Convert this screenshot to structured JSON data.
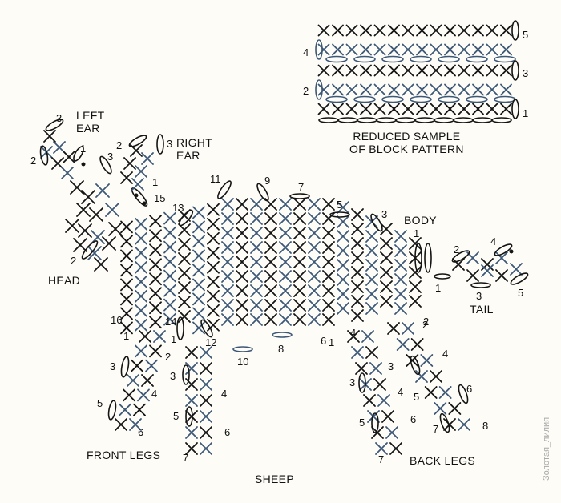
{
  "labels": {
    "left_ear": "LEFT\nEAR",
    "right_ear": "RIGHT\nEAR",
    "head": "HEAD",
    "body": "BODY",
    "tail": "TAIL",
    "front_legs": "FRONT LEGS",
    "back_legs": "BACK LEGS",
    "sheep": "SHEEP",
    "sample": "REDUCED SAMPLE\nOF BLOCK PATTERN"
  },
  "watermark": "Золотая_лилия",
  "colors": {
    "ink": "#141414",
    "blue": "#3d5877",
    "paper": "#fdfcf7"
  },
  "sample_row_numbers": [
    "5",
    "4",
    "3",
    "2",
    "1"
  ],
  "left_ear_numbers": [
    "3",
    "2",
    "1"
  ],
  "right_ear_numbers": [
    "2",
    "3",
    "1"
  ],
  "head_numbers": [
    "3",
    "2",
    "15"
  ],
  "body_numbers": [
    "11",
    "9",
    "7",
    "5",
    "3",
    "1",
    "13",
    "16",
    "14",
    "12",
    "10",
    "8",
    "6",
    "4",
    "2"
  ],
  "tail_numbers": [
    "2",
    "4",
    "1",
    "3",
    "5"
  ],
  "front_leg_numbers": [
    "1",
    "2",
    "3",
    "4",
    "5",
    "6",
    "1",
    "3",
    "4",
    "5",
    "6",
    "7"
  ],
  "back_leg_numbers": [
    "1",
    "2",
    "3",
    "4",
    "5",
    "6",
    "7",
    "3",
    "4",
    "5",
    "6",
    "7",
    "8"
  ]
}
